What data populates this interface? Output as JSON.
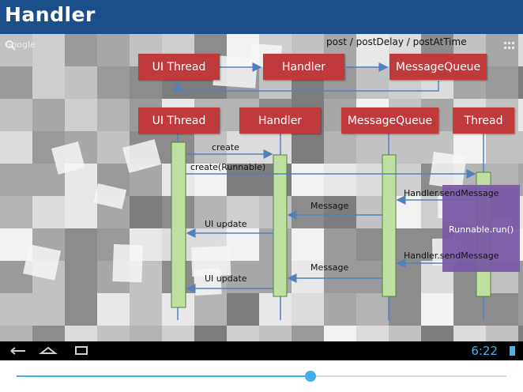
{
  "app": {
    "title": "Handler"
  },
  "search": {
    "label": "Google"
  },
  "top_flow": {
    "label": "post / postDelay / postAtTime",
    "nodes": [
      "UI Thread",
      "Handler",
      "MessageQueue"
    ]
  },
  "lifelines": [
    "UI Thread",
    "Handler",
    "MessageQueue",
    "Thread"
  ],
  "messages": {
    "create": "create",
    "create_runnable": "create(Runnable)",
    "send1": "Handler.sendMessage",
    "message1": "Message",
    "ui_update1": "UI update",
    "runnable_run": "Runnable.run()",
    "send2": "Handler.sendMessage",
    "message2": "Message",
    "ui_update2": "UI update"
  },
  "status": {
    "time": "6:22"
  },
  "player": {
    "progress": 0.6
  },
  "colors": {
    "box": "#c0393b",
    "activation": "#bfe0a0",
    "arrow": "#4f81bd",
    "purple": "#7a5ba6",
    "titlebar": "#1b4f8a",
    "accent": "#45aee8"
  }
}
